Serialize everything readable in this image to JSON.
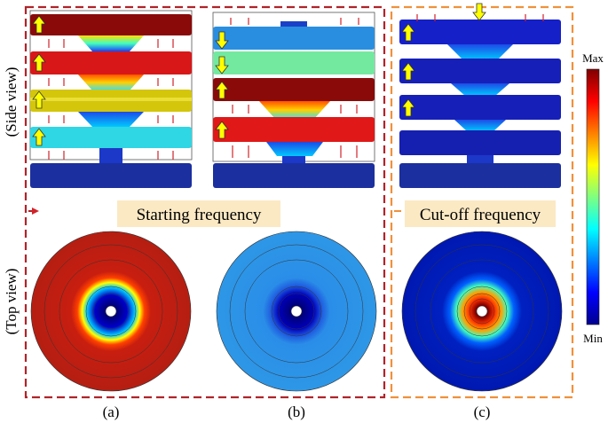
{
  "labels": {
    "side_view": "(Side view)",
    "top_view": "(Top view)",
    "starting_frequency": "Starting frequency",
    "cutoff_frequency": "Cut-off frequency",
    "panel_a": "(a)",
    "panel_b": "(b)",
    "panel_c": "(c)"
  },
  "colorbar": {
    "max_label": "Max",
    "min_label": "Min"
  },
  "colors": {
    "dashed_red": "#b0242a",
    "dashed_orange": "#f0913a",
    "label_box": "#fbe9c4",
    "arrow_yellow": "#ffff00"
  }
}
